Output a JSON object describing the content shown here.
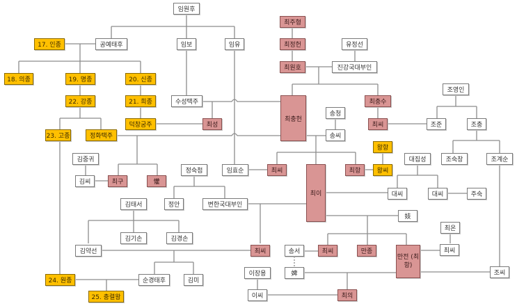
{
  "title": "최씨 무신정권 및 고려 왕실 가계도",
  "colors": {
    "royal": "#ffc000",
    "choe_clan": "#d99594",
    "other": "#ffffff",
    "line": "#808080"
  },
  "nodes": [
    "임원후",
    "공예태후",
    "17. 인종",
    "임보",
    "임유",
    "18. 의종",
    "19. 명종",
    "20. 신종",
    "22. 강종",
    "21. 희종",
    "수성택주",
    "덕창궁주",
    "최성",
    "23. 고종",
    "정화택주",
    "최주형",
    "최정헌",
    "최원호",
    "유정선",
    "진강국대부인",
    "최충헌",
    "최충수",
    "조영인",
    "송청",
    "송씨",
    "최씨",
    "조준",
    "조충",
    "왕항",
    "김중귀",
    "김씨",
    "최구",
    "懽",
    "정숙첨",
    "임효순",
    "최씨",
    "최이",
    "최항",
    "왕씨",
    "대집성",
    "조숙창",
    "조계순",
    "대씨",
    "대씨",
    "주숙",
    "김태서",
    "정안",
    "변한국대부인",
    "妓",
    "김기손",
    "김경손",
    "최온",
    "김약선",
    "최씨",
    "송서",
    "최씨",
    "만종",
    "만전 (최항)",
    "최씨",
    "이장용",
    "婢",
    "조씨",
    "24. 원종",
    "순경태후",
    "김미",
    "이씨",
    "최의",
    "25. 충렬왕"
  ]
}
